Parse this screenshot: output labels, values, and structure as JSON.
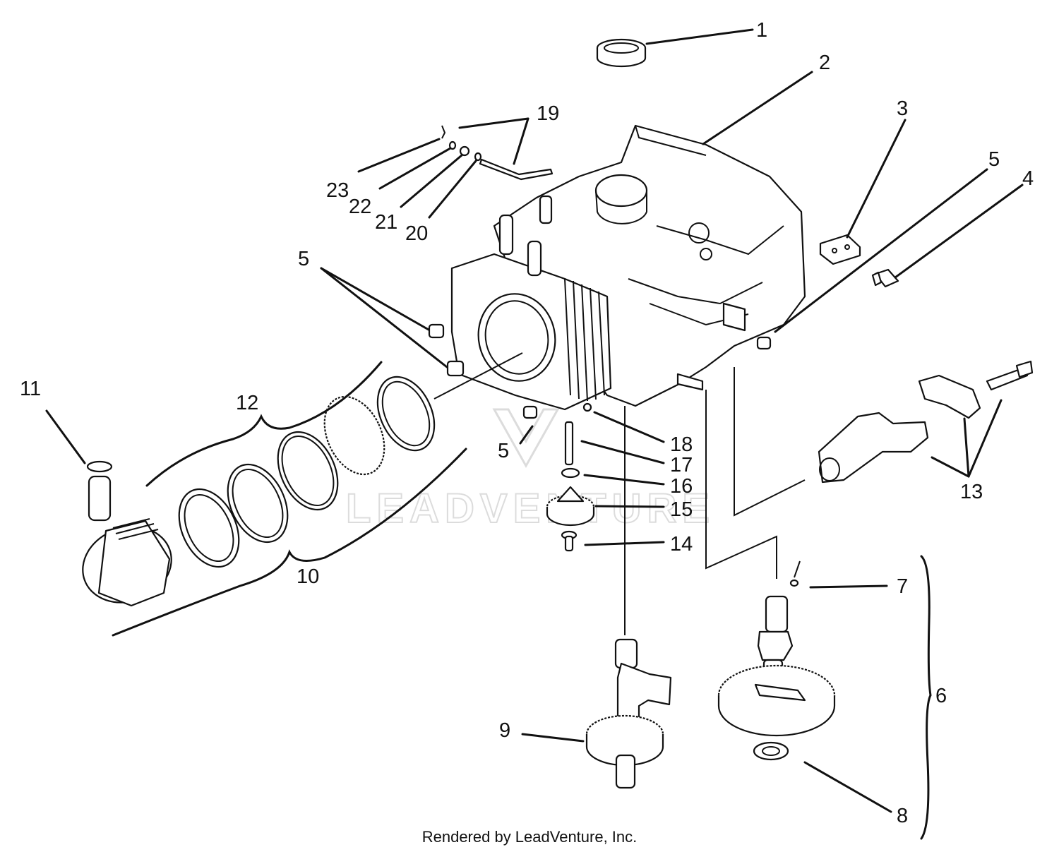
{
  "callouts": {
    "c1": "1",
    "c2": "2",
    "c3": "3",
    "c4": "4",
    "c5a": "5",
    "c5b": "5",
    "c5c": "5",
    "c6": "6",
    "c7": "7",
    "c8": "8",
    "c9": "9",
    "c10": "10",
    "c11": "11",
    "c12": "12",
    "c13": "13",
    "c14": "14",
    "c15": "15",
    "c16": "16",
    "c17": "17",
    "c18": "18",
    "c19": "19",
    "c20": "20",
    "c21": "21",
    "c22": "22",
    "c23": "23"
  },
  "footer": "Rendered by LeadVenture, Inc.",
  "watermark": "LEADVENTURE",
  "colors": {
    "ink": "#111111",
    "watermark": "#dcdcdc",
    "background": "#ffffff"
  }
}
